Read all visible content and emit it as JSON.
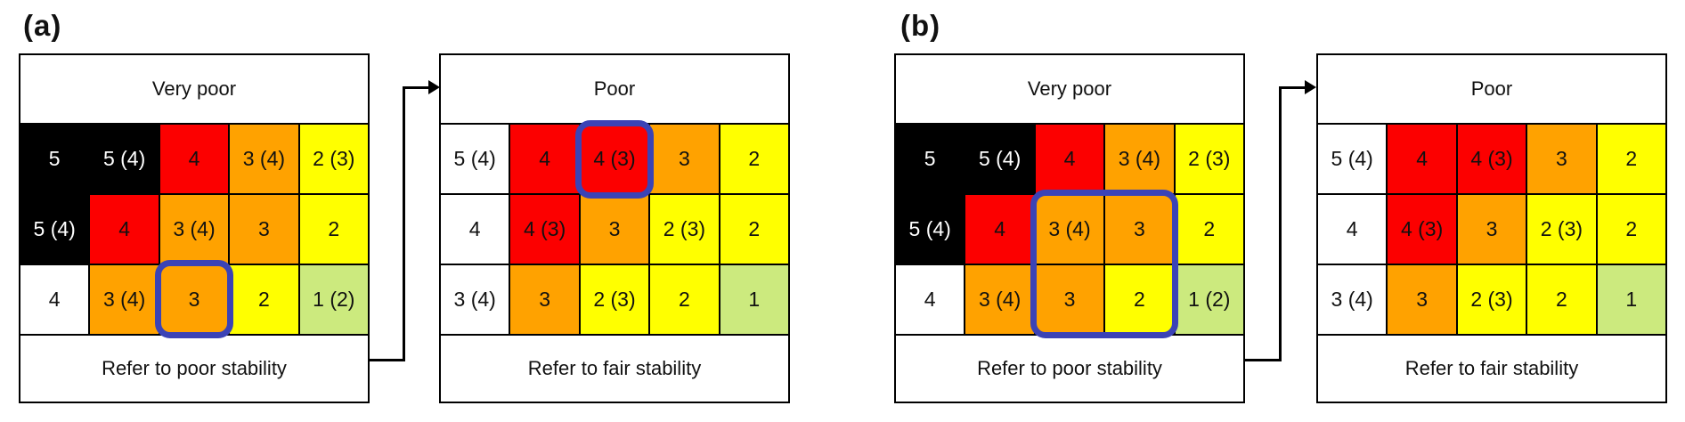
{
  "palette": {
    "black": "#000000",
    "red": "#FC0000",
    "orange": "#FFA200",
    "yellow": "#FFFF00",
    "green": "#CCEA7E",
    "white": "#FFFFFF",
    "highlight": "#3B43B6",
    "text_dark": "#111111",
    "text_light": "#FFFFFF"
  },
  "icons": {
    "arrowhead": "triangle-right-solid"
  },
  "panels": [
    {
      "label": "(a)",
      "left_table": {
        "header": "Very poor",
        "footer": "Refer to poor stability",
        "rows": [
          [
            {
              "text": "5",
              "color": "black"
            },
            {
              "text": "5 (4)",
              "color": "black"
            },
            {
              "text": "4",
              "color": "red"
            },
            {
              "text": "3 (4)",
              "color": "orange"
            },
            {
              "text": "2 (3)",
              "color": "yellow"
            }
          ],
          [
            {
              "text": "5 (4)",
              "color": "black"
            },
            {
              "text": "4",
              "color": "red"
            },
            {
              "text": "3 (4)",
              "color": "orange"
            },
            {
              "text": "3",
              "color": "orange"
            },
            {
              "text": "2",
              "color": "yellow"
            }
          ],
          [
            {
              "text": "4",
              "color": "white"
            },
            {
              "text": "3 (4)",
              "color": "orange"
            },
            {
              "text": "3",
              "color": "orange"
            },
            {
              "text": "2",
              "color": "yellow"
            },
            {
              "text": "1 (2)",
              "color": "green"
            }
          ]
        ],
        "highlights": [
          {
            "row_start": 3,
            "row_end": 3,
            "col_start": 3,
            "col_end": 3
          }
        ]
      },
      "right_table": {
        "header": "Poor",
        "footer": "Refer to fair stability",
        "rows": [
          [
            {
              "text": "5 (4)",
              "color": "white"
            },
            {
              "text": "4",
              "color": "red"
            },
            {
              "text": "4 (3)",
              "color": "red"
            },
            {
              "text": "3",
              "color": "orange"
            },
            {
              "text": "2",
              "color": "yellow"
            }
          ],
          [
            {
              "text": "4",
              "color": "white"
            },
            {
              "text": "4 (3)",
              "color": "red"
            },
            {
              "text": "3",
              "color": "orange"
            },
            {
              "text": "2 (3)",
              "color": "yellow"
            },
            {
              "text": "2",
              "color": "yellow"
            }
          ],
          [
            {
              "text": "3 (4)",
              "color": "white"
            },
            {
              "text": "3",
              "color": "orange"
            },
            {
              "text": "2 (3)",
              "color": "yellow"
            },
            {
              "text": "2",
              "color": "yellow"
            },
            {
              "text": "1",
              "color": "green"
            }
          ]
        ],
        "highlights": [
          {
            "row_start": 1,
            "row_end": 1,
            "col_start": 3,
            "col_end": 3
          }
        ]
      }
    },
    {
      "label": "(b)",
      "left_table": {
        "header": "Very poor",
        "footer": "Refer to poor stability",
        "rows": [
          [
            {
              "text": "5",
              "color": "black"
            },
            {
              "text": "5 (4)",
              "color": "black"
            },
            {
              "text": "4",
              "color": "red"
            },
            {
              "text": "3 (4)",
              "color": "orange"
            },
            {
              "text": "2 (3)",
              "color": "yellow"
            }
          ],
          [
            {
              "text": "5 (4)",
              "color": "black"
            },
            {
              "text": "4",
              "color": "red"
            },
            {
              "text": "3 (4)",
              "color": "orange"
            },
            {
              "text": "3",
              "color": "orange"
            },
            {
              "text": "2",
              "color": "yellow"
            }
          ],
          [
            {
              "text": "4",
              "color": "white"
            },
            {
              "text": "3 (4)",
              "color": "orange"
            },
            {
              "text": "3",
              "color": "orange"
            },
            {
              "text": "2",
              "color": "yellow"
            },
            {
              "text": "1 (2)",
              "color": "green"
            }
          ]
        ],
        "highlights": [
          {
            "row_start": 2,
            "row_end": 3,
            "col_start": 3,
            "col_end": 4
          }
        ]
      },
      "right_table": {
        "header": "Poor",
        "footer": "Refer to fair stability",
        "rows": [
          [
            {
              "text": "5 (4)",
              "color": "white"
            },
            {
              "text": "4",
              "color": "red"
            },
            {
              "text": "4 (3)",
              "color": "red"
            },
            {
              "text": "3",
              "color": "orange"
            },
            {
              "text": "2",
              "color": "yellow"
            }
          ],
          [
            {
              "text": "4",
              "color": "white"
            },
            {
              "text": "4 (3)",
              "color": "red"
            },
            {
              "text": "3",
              "color": "orange"
            },
            {
              "text": "2 (3)",
              "color": "yellow"
            },
            {
              "text": "2",
              "color": "yellow"
            }
          ],
          [
            {
              "text": "3 (4)",
              "color": "white"
            },
            {
              "text": "3",
              "color": "orange"
            },
            {
              "text": "2 (3)",
              "color": "yellow"
            },
            {
              "text": "2",
              "color": "yellow"
            },
            {
              "text": "1",
              "color": "green"
            }
          ]
        ],
        "highlights": []
      }
    }
  ]
}
